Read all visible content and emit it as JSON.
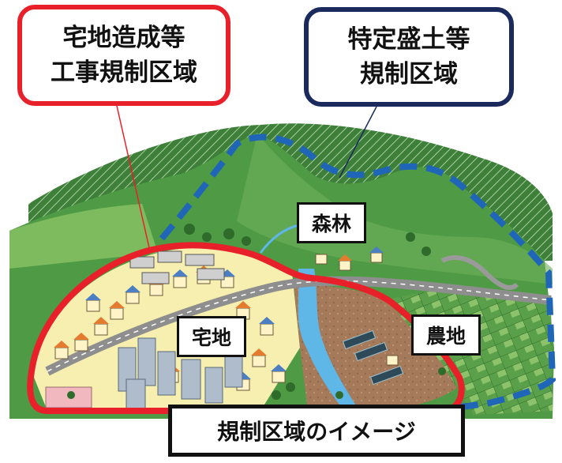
{
  "callouts": {
    "residential_zone": {
      "line1": "宅地造成等",
      "line2": "工事規制区域",
      "border_color": "#e8202a"
    },
    "fill_zone": {
      "line1": "特定盛土等",
      "line2": "規制区域",
      "border_color": "#1b2a5c"
    }
  },
  "area_labels": {
    "forest": "森林",
    "residential": "宅地",
    "farmland": "農地"
  },
  "caption": "規制区域のイメージ",
  "colors": {
    "red_boundary": "#e8202a",
    "blue_dashed_boundary": "#1f66b8",
    "hills": "#4f9a44",
    "residential_ground": "#f7efb0",
    "farmland": "#5aa04a",
    "river": "#5fb7e8"
  }
}
